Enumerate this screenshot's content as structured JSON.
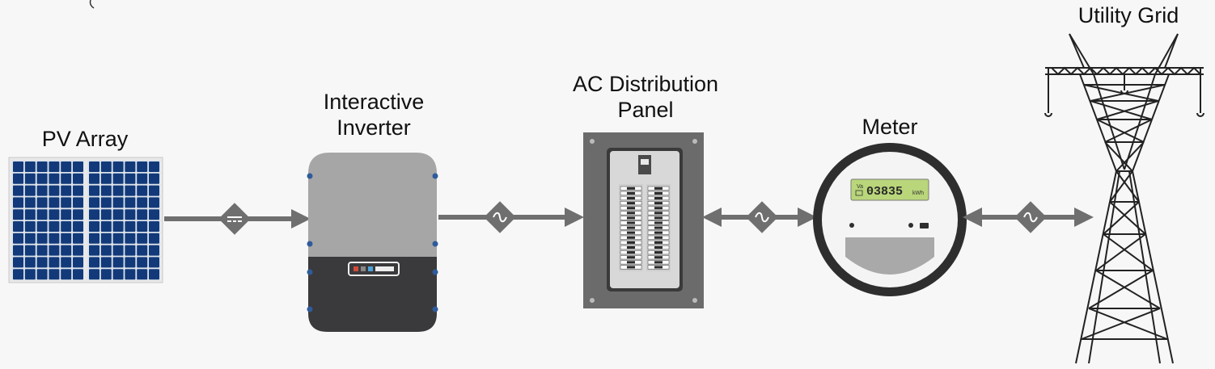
{
  "components": {
    "pv_array": {
      "label": "PV Array"
    },
    "inverter": {
      "label_line1": "Interactive",
      "label_line2": "Inverter"
    },
    "ac_panel": {
      "label_line1": "AC Distribution",
      "label_line2": "Panel"
    },
    "meter": {
      "label": "Meter",
      "reading": "03835",
      "unit": "kWh",
      "small_label": "Va"
    },
    "utility_grid": {
      "label": "Utility Grid"
    }
  },
  "connections": [
    {
      "from": "pv_array",
      "to": "inverter",
      "current": "DC",
      "symbol": "dc-symbol",
      "direction": "one-way"
    },
    {
      "from": "inverter",
      "to": "ac_panel",
      "current": "AC",
      "symbol": "ac-symbol",
      "direction": "one-way"
    },
    {
      "from": "ac_panel",
      "to": "meter",
      "current": "AC",
      "symbol": "ac-symbol",
      "direction": "two-way"
    },
    {
      "from": "meter",
      "to": "utility_grid",
      "current": "AC",
      "symbol": "ac-symbol",
      "direction": "two-way"
    }
  ],
  "colors": {
    "background": "#f7f7f7",
    "arrow": "#6f6f6f",
    "symbol_diamond": "#6f6f6f",
    "solar_cell": "#123a7a",
    "inverter_top": "#a6a6a6",
    "inverter_bottom": "#3a3a3c",
    "panel_frame": "#6b6b6b",
    "meter_display": "#b9d67a",
    "tower": "#222222"
  }
}
